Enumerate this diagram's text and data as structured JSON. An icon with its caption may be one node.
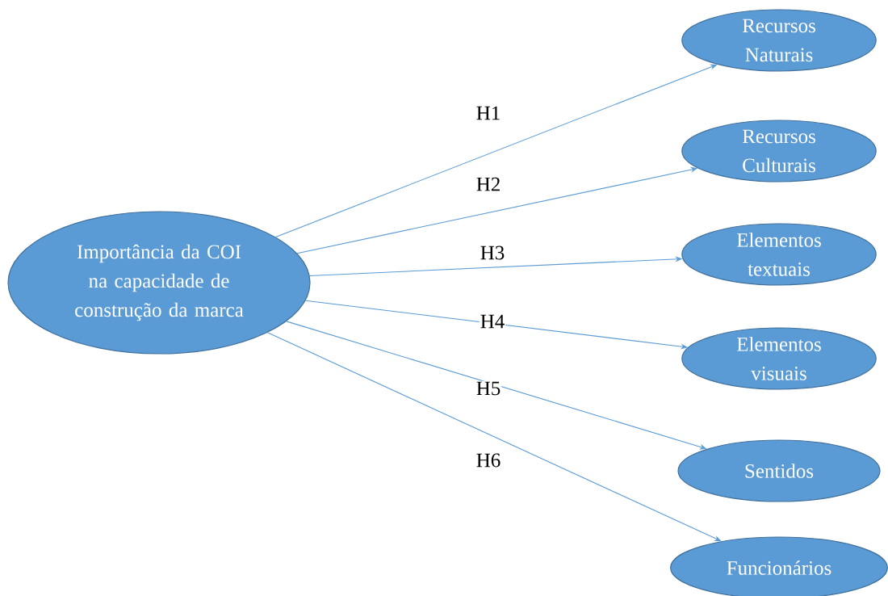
{
  "diagram": {
    "nodes": [
      {
        "text": [
          "Importância da COI na capacidade de construção da marca"
        ]
      },
      {
        "text": [
          "Recursos Naturais"
        ]
      },
      {
        "text": [
          "Recursos Culturais"
        ]
      },
      {
        "text": [
          "Elementos textuais"
        ]
      },
      {
        "text": [
          "Elementos visuais"
        ]
      },
      {
        "text": [
          "Sentidos"
        ]
      },
      {
        "text": [
          "Funcionários"
        ]
      }
    ],
    "edges": [
      {
        "from": 0,
        "to": 1,
        "arrow": "to",
        "label": "H1"
      },
      {
        "from": 0,
        "to": 2,
        "arrow": "to",
        "label": "H2"
      },
      {
        "from": 0,
        "to": 3,
        "arrow": "to",
        "label": "H3"
      },
      {
        "from": 0,
        "to": 4,
        "arrow": "to",
        "label": "H4"
      },
      {
        "from": 0,
        "to": 5,
        "arrow": "to",
        "label": "H5"
      },
      {
        "from": 0,
        "to": 6,
        "arrow": "to",
        "label": "H6"
      }
    ]
  }
}
